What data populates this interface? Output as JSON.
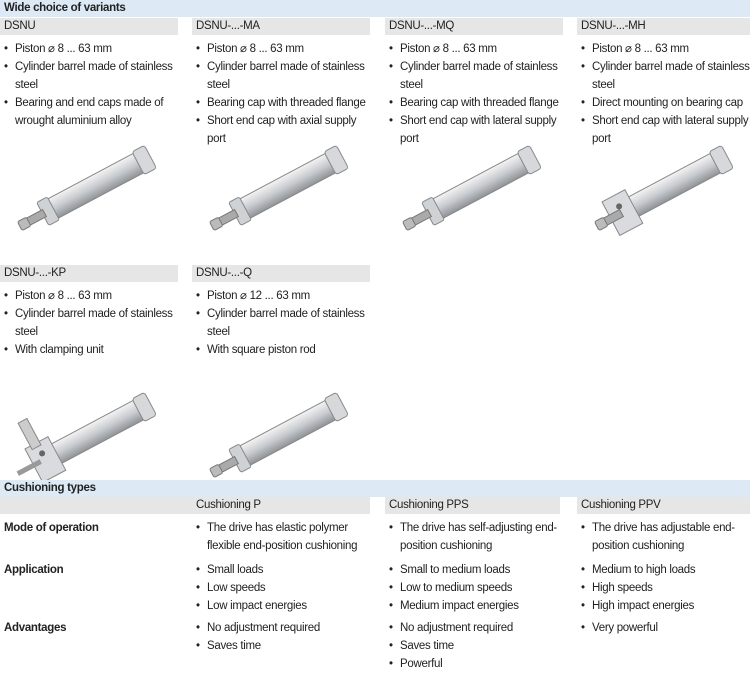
{
  "variants": {
    "title": "Wide choice of variants",
    "items": [
      {
        "name": "DSNU",
        "bullets": [
          "Piston ⌀ 8 ... 63 mm",
          "Cylinder barrel made of stainless steel",
          "Bearing and end caps made of wrought aluminium alloy"
        ]
      },
      {
        "name": "DSNU-...-MA",
        "bullets": [
          "Piston ⌀ 8 ... 63 mm",
          "Cylinder barrel made of stainless steel",
          "Bearing cap with threaded flange",
          "Short end cap with axial supply port"
        ]
      },
      {
        "name": "DSNU-...-MQ",
        "bullets": [
          "Piston ⌀ 8 ... 63 mm",
          "Cylinder barrel made of stainless steel",
          "Bearing cap with threaded flange",
          "Short end cap with lateral supply port"
        ]
      },
      {
        "name": "DSNU-...-MH",
        "bullets": [
          "Piston ⌀ 8 ... 63 mm",
          "Cylinder barrel made of stainless steel",
          "Direct mounting on bearing cap",
          "Short end cap with lateral supply port"
        ]
      },
      {
        "name": "DSNU-...-KP",
        "bullets": [
          "Piston ⌀ 8 ... 63 mm",
          "Cylinder barrel made of stainless steel",
          "With clamping unit"
        ]
      },
      {
        "name": "DSNU-...-Q",
        "bullets": [
          "Piston ⌀ 12 ... 63 mm",
          "Cylinder barrel made of stainless steel",
          "With square piston rod"
        ]
      }
    ]
  },
  "cushioning": {
    "title": "Cushioning types",
    "columns": [
      "Cushioning P",
      "Cushioning PPS",
      "Cushioning PPV"
    ],
    "rows": [
      {
        "label": "Mode of operation",
        "cells": [
          [
            "The drive has elastic polymer flexible end-position cushioning"
          ],
          [
            "The drive has self-adjusting end-position cushioning"
          ],
          [
            "The drive has adjustable end-position cushioning"
          ]
        ]
      },
      {
        "label": "Application",
        "cells": [
          [
            "Small loads",
            "Low speeds",
            "Low impact energies"
          ],
          [
            "Small to medium loads",
            "Low to medium speeds",
            "Medium impact energies"
          ],
          [
            "Medium to high loads",
            "High speeds",
            "High impact energies"
          ]
        ]
      },
      {
        "label": "Advantages",
        "cells": [
          [
            "No adjustment required",
            "Saves time"
          ],
          [
            "No adjustment required",
            "Saves time",
            "Powerful"
          ],
          [
            "Very powerful"
          ]
        ]
      }
    ]
  }
}
